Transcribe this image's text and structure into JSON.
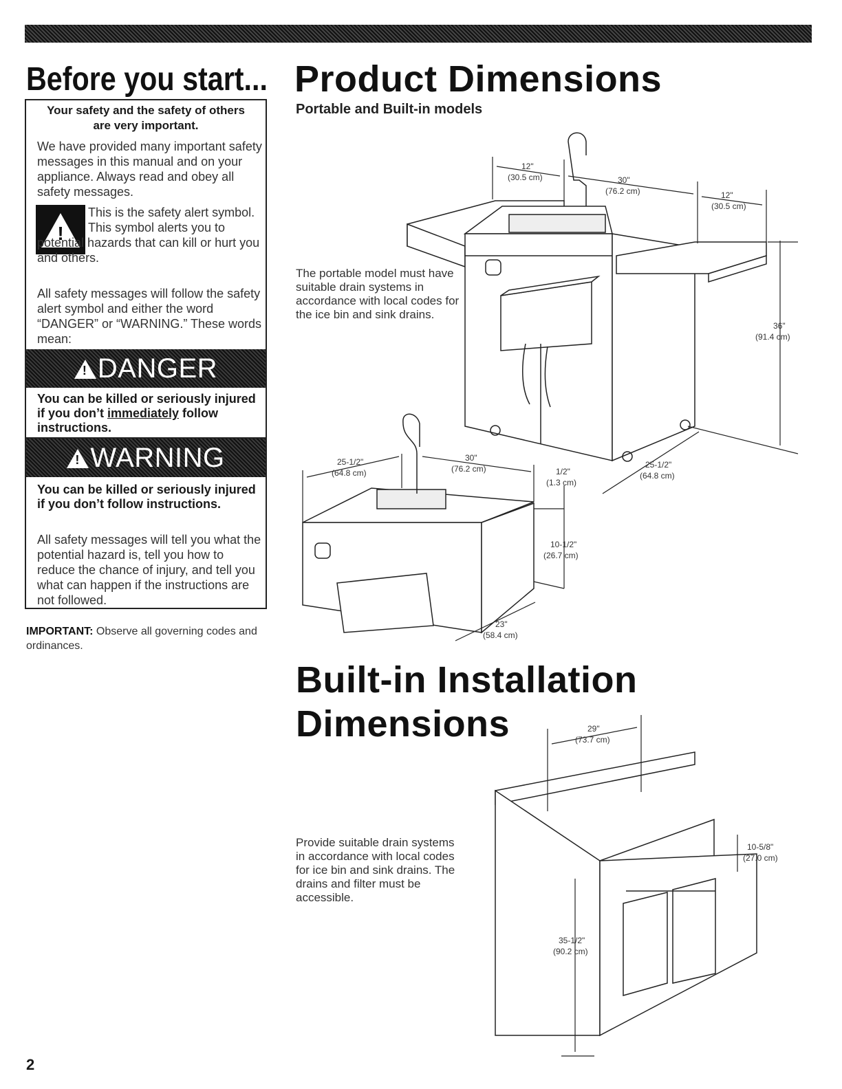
{
  "left": {
    "title": "Before you start...",
    "header": "Your safety and the safety of others are very important.",
    "intro": "We have provided many important safety messages in this manual and on your appliance. Always read and obey all safety messages.",
    "alert_line1": "This is the safety alert symbol.",
    "alert_line2": "This symbol alerts you to potential hazards that can kill or hurt you and others.",
    "follow": "All safety messages will follow the safety alert symbol and either the word “DANGER” or “WARNING.” These words mean:",
    "danger_label": "DANGER",
    "danger_text_a": "You can be killed or seriously injured if you don’t ",
    "danger_text_u": "immediately",
    "danger_text_b": " follow instructions.",
    "warning_label": "WARNING",
    "warning_text": "You can be killed or seriously injured if you don’t follow instructions.",
    "closing": "All safety messages will tell you what the potential hazard is, tell you how to reduce the chance of injury, and tell you what can happen if the instructions are not followed.",
    "important_label": "IMPORTANT:",
    "important_text": " Observe all governing codes and ordinances."
  },
  "right": {
    "title": "Product Dimensions",
    "subtitle": "Portable and Built-in models",
    "portable_note": "The portable model must have suitable drain systems in accordance with local codes for the ice bin and sink drains.",
    "builtin_title_1": "Built-in Installation",
    "builtin_title_2": "Dimensions",
    "builtin_note": "Provide suitable drain systems in accordance with local codes for ice bin and sink drains. The drains and filter must be accessible."
  },
  "dims": {
    "p_left_in": "12\"",
    "p_left_cm": "(30.5 cm)",
    "p_mid_in": "30\"",
    "p_mid_cm": "(76.2 cm)",
    "p_right_in": "12\"",
    "p_right_cm": "(30.5 cm)",
    "p_height_in": "36\"",
    "p_height_cm": "(91.4 cm)",
    "p_depth_in": "25-1/2\"",
    "p_depth_cm": "(64.8 cm)",
    "b_depth_in": "25-1/2\"",
    "b_depth_cm": "(64.8 cm)",
    "b_width_in": "30\"",
    "b_width_cm": "(76.2 cm)",
    "b_lip_in": "1/2\"",
    "b_lip_cm": "(1.3 cm)",
    "b_height_in": "10-1/2\"",
    "b_height_cm": "(26.7 cm)",
    "b_front_in": "23\"",
    "b_front_cm": "(58.4 cm)",
    "c_width_in": "29\"",
    "c_width_cm": "(73.7 cm)",
    "c_depth_in": "10-5/8\"",
    "c_depth_cm": "(27.0 cm)",
    "c_height_in": "35-1/2\"",
    "c_height_cm": "(90.2 cm)"
  },
  "page_number": "2"
}
